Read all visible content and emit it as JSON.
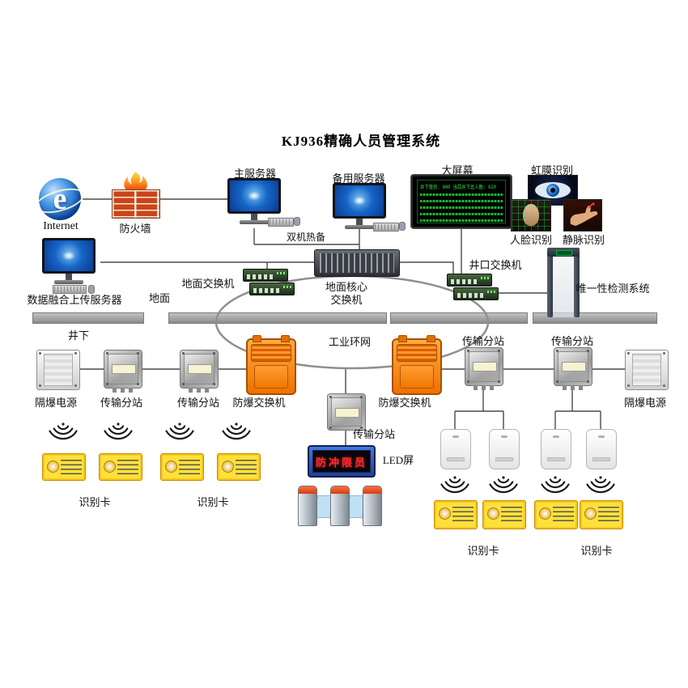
{
  "title": "KJ936精确人员管理系统",
  "nodes": {
    "internet": {
      "label": "Internet",
      "icon_letter": "e"
    },
    "firewall": {
      "label": "防火墙"
    },
    "main_server": {
      "label": "主服务器"
    },
    "backup_server": {
      "label": "备用服务器"
    },
    "hot_standby": {
      "label": "双机热备"
    },
    "big_screen": {
      "label": "大屏幕",
      "line1": "井下限员: 800  当前井下总人数: 620"
    },
    "iris": {
      "label": "虹膜识别"
    },
    "face": {
      "label": "人脸识别"
    },
    "vein": {
      "label": "静脉识别"
    },
    "data_server": {
      "label": "数据融合上传服务器"
    },
    "surface": {
      "label": "地面"
    },
    "underground": {
      "label": "井下"
    },
    "ground_switch": {
      "label": "地面交换机"
    },
    "core_switch": {
      "line1": "地面核心",
      "line2": "交换机"
    },
    "wellhead_switch": {
      "label": "井口交换机"
    },
    "uniqueness": {
      "label": "唯一性检测系统"
    },
    "ring": {
      "label": "工业环网"
    },
    "ex_power": {
      "label": "隔爆电源"
    },
    "substation": {
      "label": "传输分站"
    },
    "ex_switch": {
      "label": "防爆交换机"
    },
    "id_card": {
      "label": "识别卡"
    },
    "led": {
      "label": "LED屏",
      "text": "防冲限员"
    }
  },
  "colors": {
    "ex_switch_orange": "#f28420",
    "id_card_yellow": "#ffe13a",
    "screen_text_green": "#2fe43c",
    "led_text_red": "#ff2b2b",
    "surface_bar_gray": "#9c9c9c",
    "ring_stroke": "#8f8f8f"
  }
}
